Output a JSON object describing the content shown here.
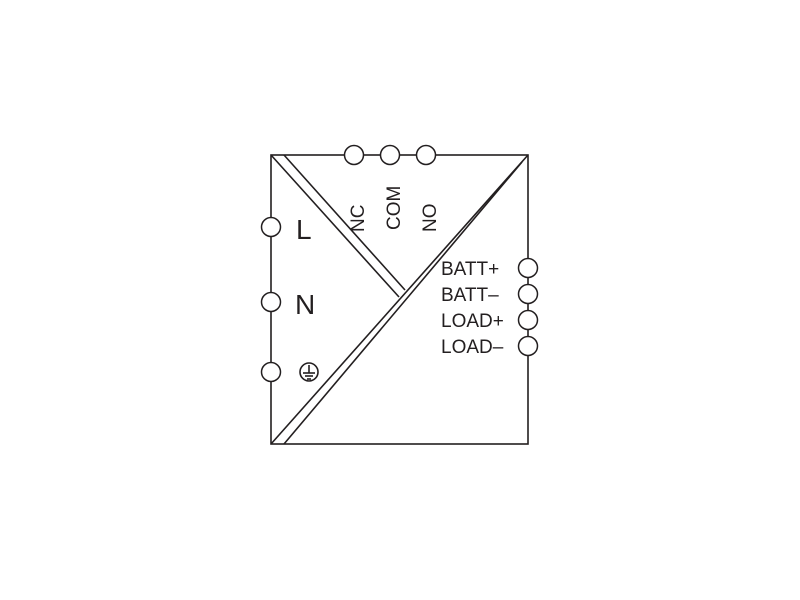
{
  "colors": {
    "stroke": "#231f20",
    "background": "#ffffff"
  },
  "mains": {
    "line": "L",
    "neutral": "N",
    "earth_icon": "protective-earth-icon"
  },
  "relay": {
    "nc": "NC",
    "com": "COM",
    "no": "NO"
  },
  "dc": {
    "batt_pos": "BATT+",
    "batt_neg": "BATT–",
    "load_pos": "LOAD+",
    "load_neg": "LOAD–"
  }
}
